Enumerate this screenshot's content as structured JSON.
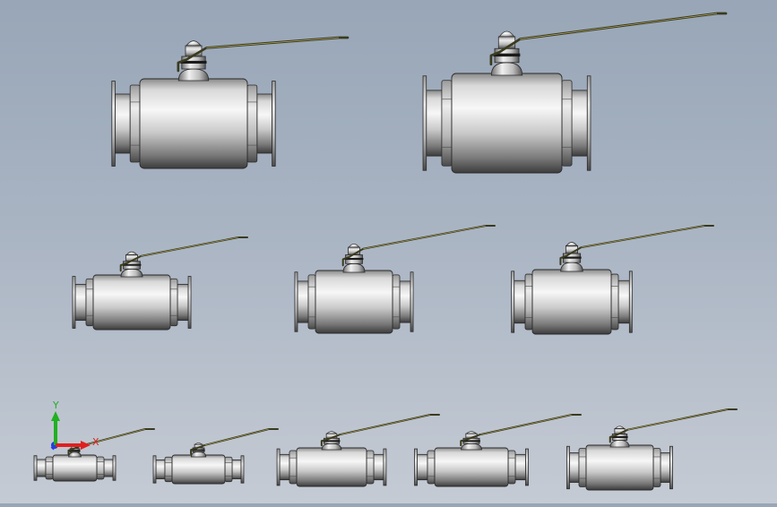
{
  "scene": {
    "background_top": "#98a6b7",
    "background_bottom": "#c5cbd4",
    "body_light": "#f2f2f2",
    "body_mid": "#bdbdbd",
    "body_dark": "#5a5a5a",
    "handle_color": "#3a3a1e",
    "handle_highlight": "#b3a964"
  },
  "models": [
    "ball-valve",
    "ball-valve",
    "ball-valve",
    "ball-valve",
    "ball-valve",
    "ball-valve",
    "ball-valve",
    "ball-valve",
    "ball-valve",
    "ball-valve"
  ],
  "triad": {
    "x_label": "X",
    "y_label": "Y",
    "x_color": "#e02020",
    "y_color": "#20b020",
    "z_color": "#2040e0"
  }
}
